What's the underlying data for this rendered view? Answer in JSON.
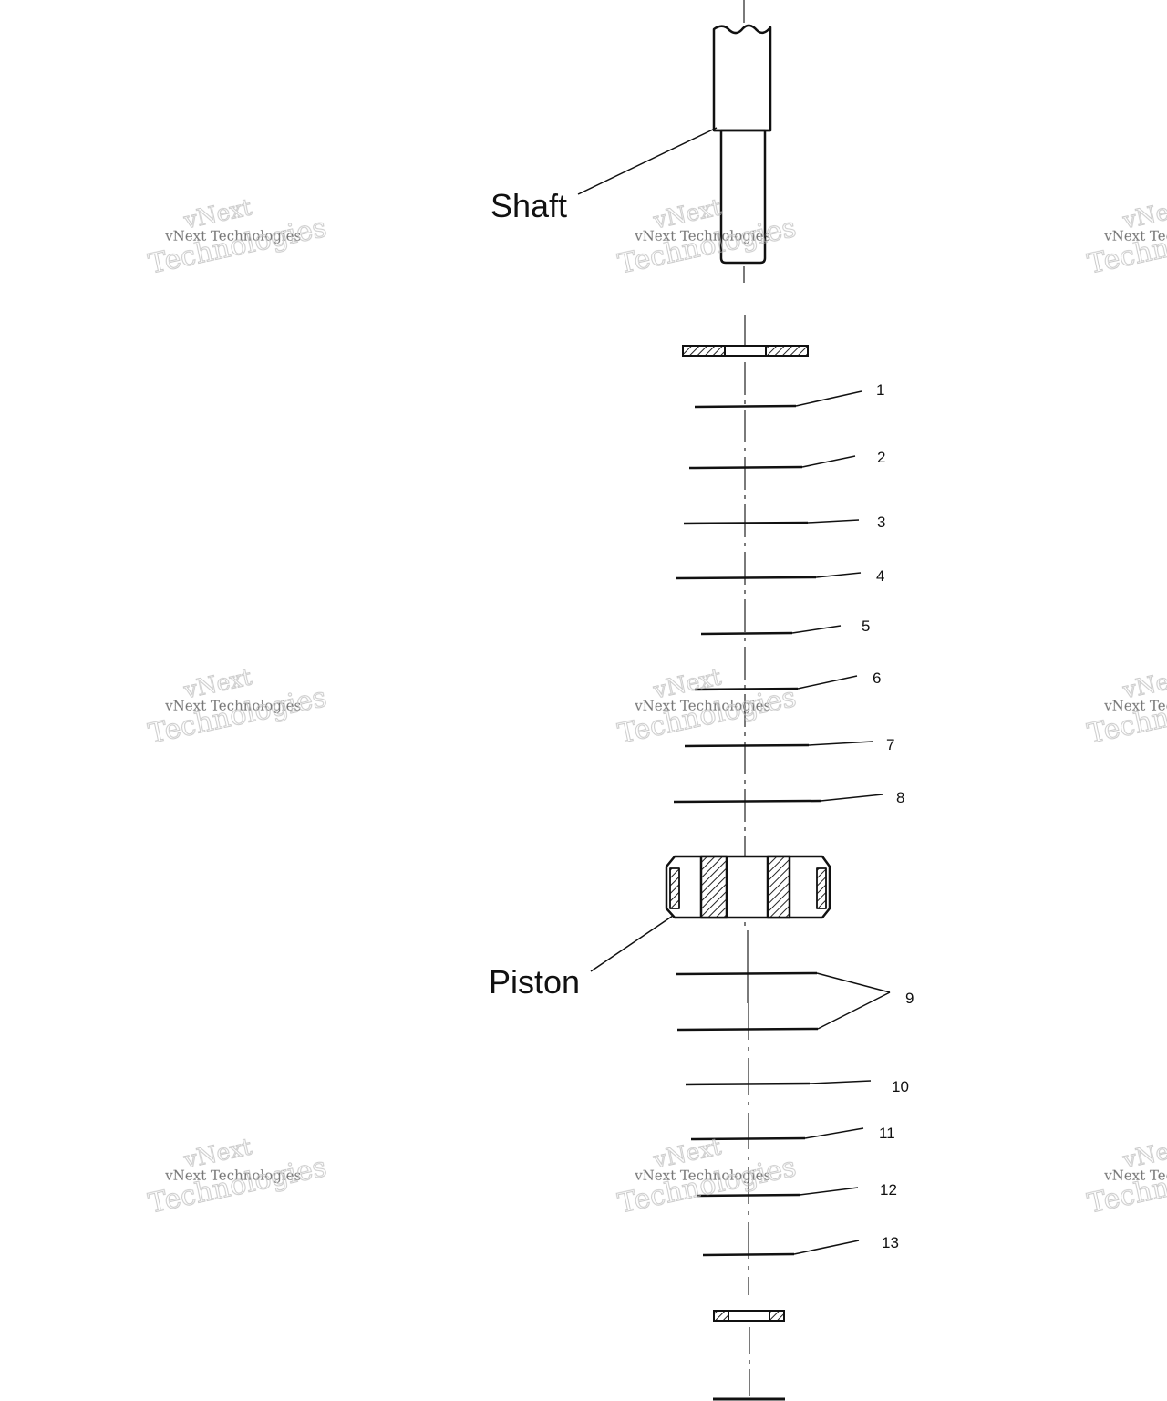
{
  "labels": {
    "shaft": "Shaft",
    "piston": "Piston"
  },
  "callouts": [
    "1",
    "2",
    "3",
    "4",
    "5",
    "6",
    "7",
    "8",
    "9",
    "10",
    "11",
    "12",
    "13"
  ],
  "watermark": {
    "line_a": "vNext",
    "line_b": "vNext Technologies",
    "line_c": "Technologies"
  }
}
